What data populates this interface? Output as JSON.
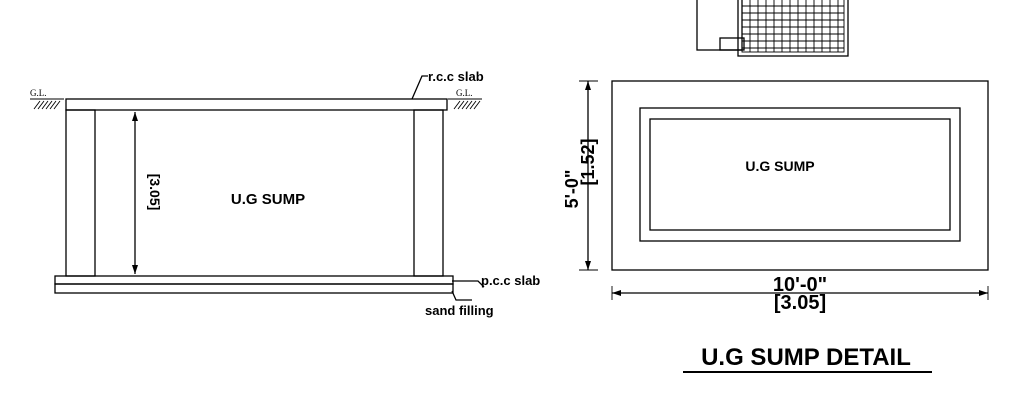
{
  "section": {
    "ground_level_left": "G.L.",
    "ground_level_right": "G.L.",
    "rcc_slab_label": "r.c.c slab",
    "pcc_slab_label": "p.c.c slab",
    "sand_filling_label": "sand filling",
    "depth_dimension": "[3.05]",
    "sump_label": "U.G SUMP"
  },
  "plan": {
    "sump_label": "U.G SUMP",
    "width_dimension_imperial": "5'-0\"",
    "width_dimension_metric": "[1.52]",
    "length_dimension_imperial": "10'-0\"",
    "length_dimension_metric": "[3.05]"
  },
  "title": "U.G SUMP DETAIL"
}
